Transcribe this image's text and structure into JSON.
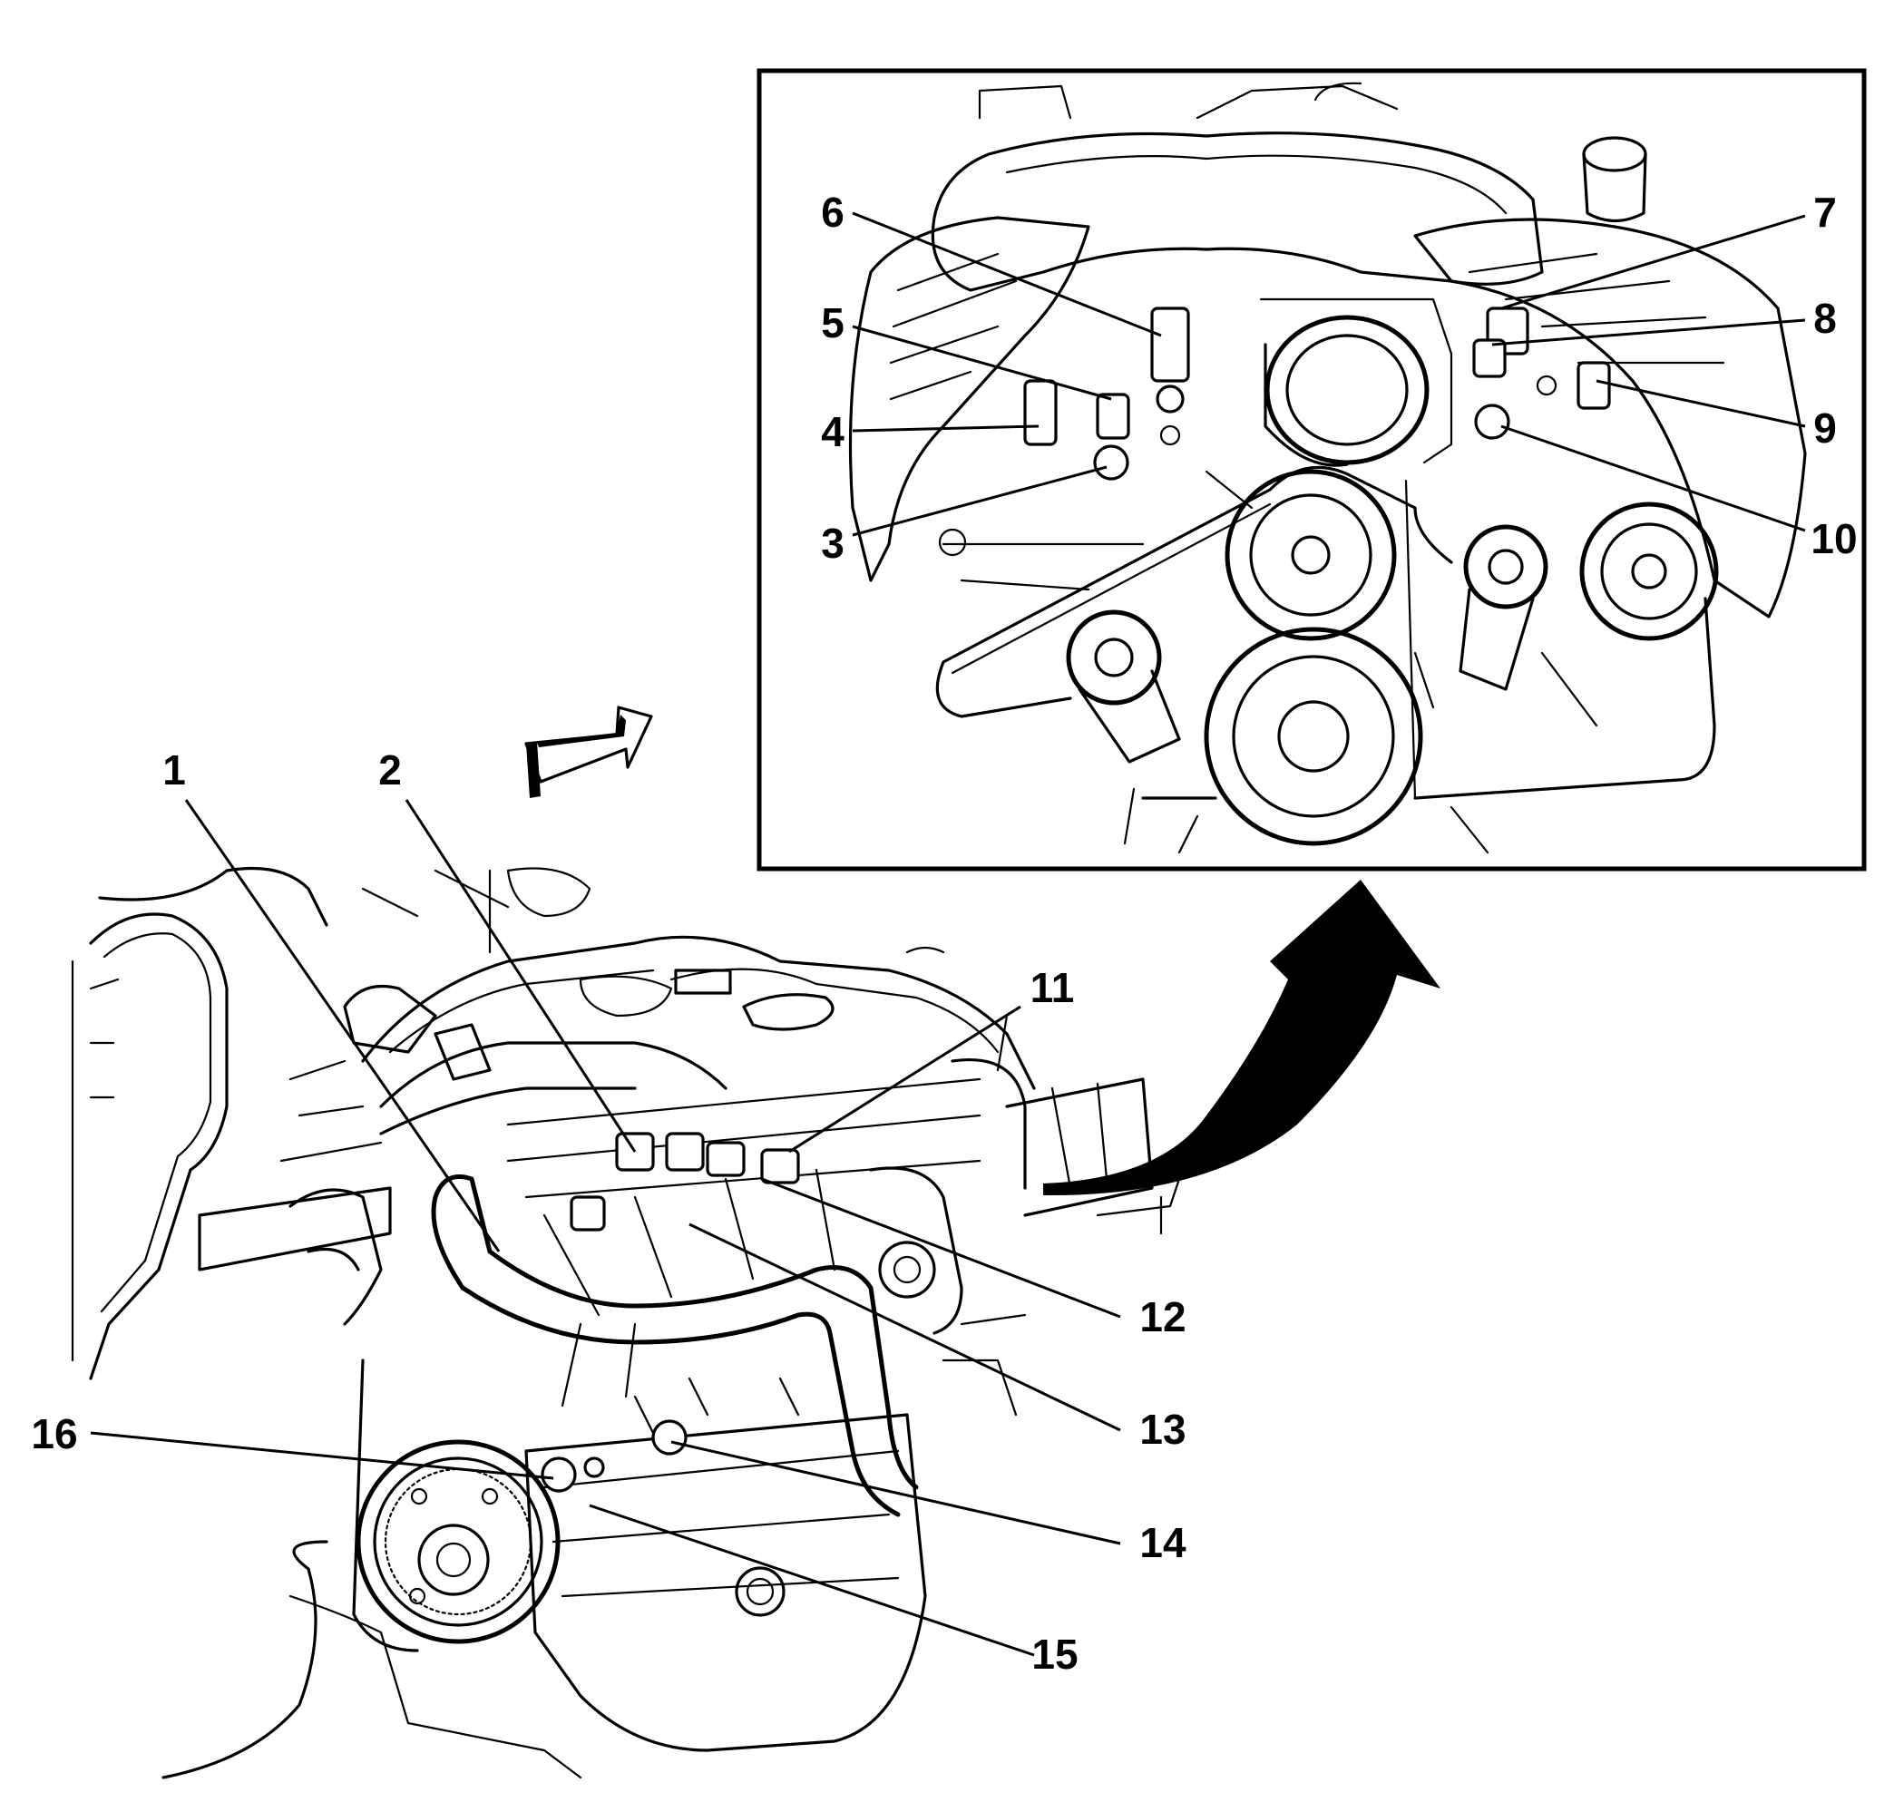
{
  "figure": {
    "callouts": [
      {
        "id": "c1",
        "text": "1"
      },
      {
        "id": "c2",
        "text": "2"
      },
      {
        "id": "c3",
        "text": "3"
      },
      {
        "id": "c4",
        "text": "4"
      },
      {
        "id": "c5",
        "text": "5"
      },
      {
        "id": "c6",
        "text": "6"
      },
      {
        "id": "c7",
        "text": "7"
      },
      {
        "id": "c8",
        "text": "8"
      },
      {
        "id": "c9",
        "text": "9"
      },
      {
        "id": "c10",
        "text": "10"
      },
      {
        "id": "c11",
        "text": "11"
      },
      {
        "id": "c12",
        "text": "12"
      },
      {
        "id": "c13",
        "text": "13"
      },
      {
        "id": "c14",
        "text": "14"
      },
      {
        "id": "c15",
        "text": "15"
      },
      {
        "id": "c16",
        "text": "16"
      }
    ],
    "colors": {
      "ink": "#000000",
      "background": "#ffffff"
    },
    "icons": {
      "direction_arrow": "front-direction-arrow-icon",
      "detail_arrow": "curved-detail-arrow-icon"
    }
  }
}
